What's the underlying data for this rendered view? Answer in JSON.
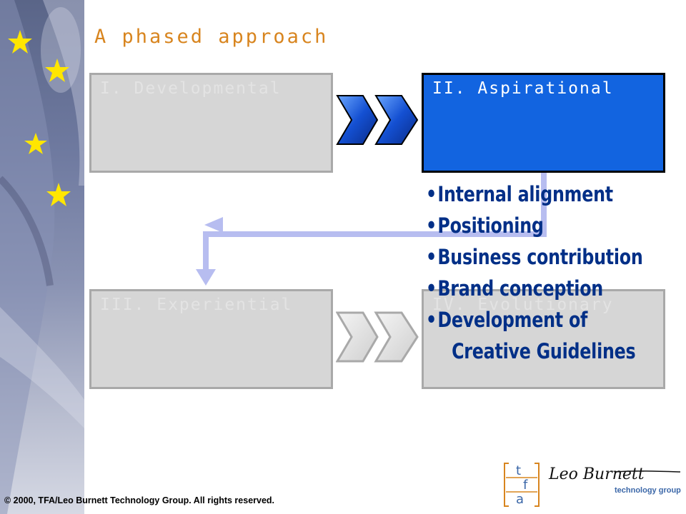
{
  "title": "A phased approach",
  "phases": [
    {
      "label": "I. Developmental"
    },
    {
      "label": "II. Aspirational"
    },
    {
      "label": "III. Experiential"
    },
    {
      "label": "IV. Evolutionary"
    }
  ],
  "bullets": [
    "Internal alignment",
    "Positioning",
    "Business contribution",
    "Brand conception",
    "Development of"
  ],
  "bullet_continuation": "Creative Guidelines",
  "copyright": "© 2000, TFA/Leo Burnett Technology Group. All rights reserved.",
  "logo": {
    "letters": [
      "t",
      "f",
      "a"
    ],
    "signature": "Leo Burnett",
    "tagline": "technology group"
  },
  "colors": {
    "title": "#d8851f",
    "active_box": "#1264e0",
    "inactive_box": "#d6d6d6",
    "bullet_text": "#002f87",
    "flow_arrow": "#b7bdf0",
    "chevron_active": "#1450d2"
  }
}
